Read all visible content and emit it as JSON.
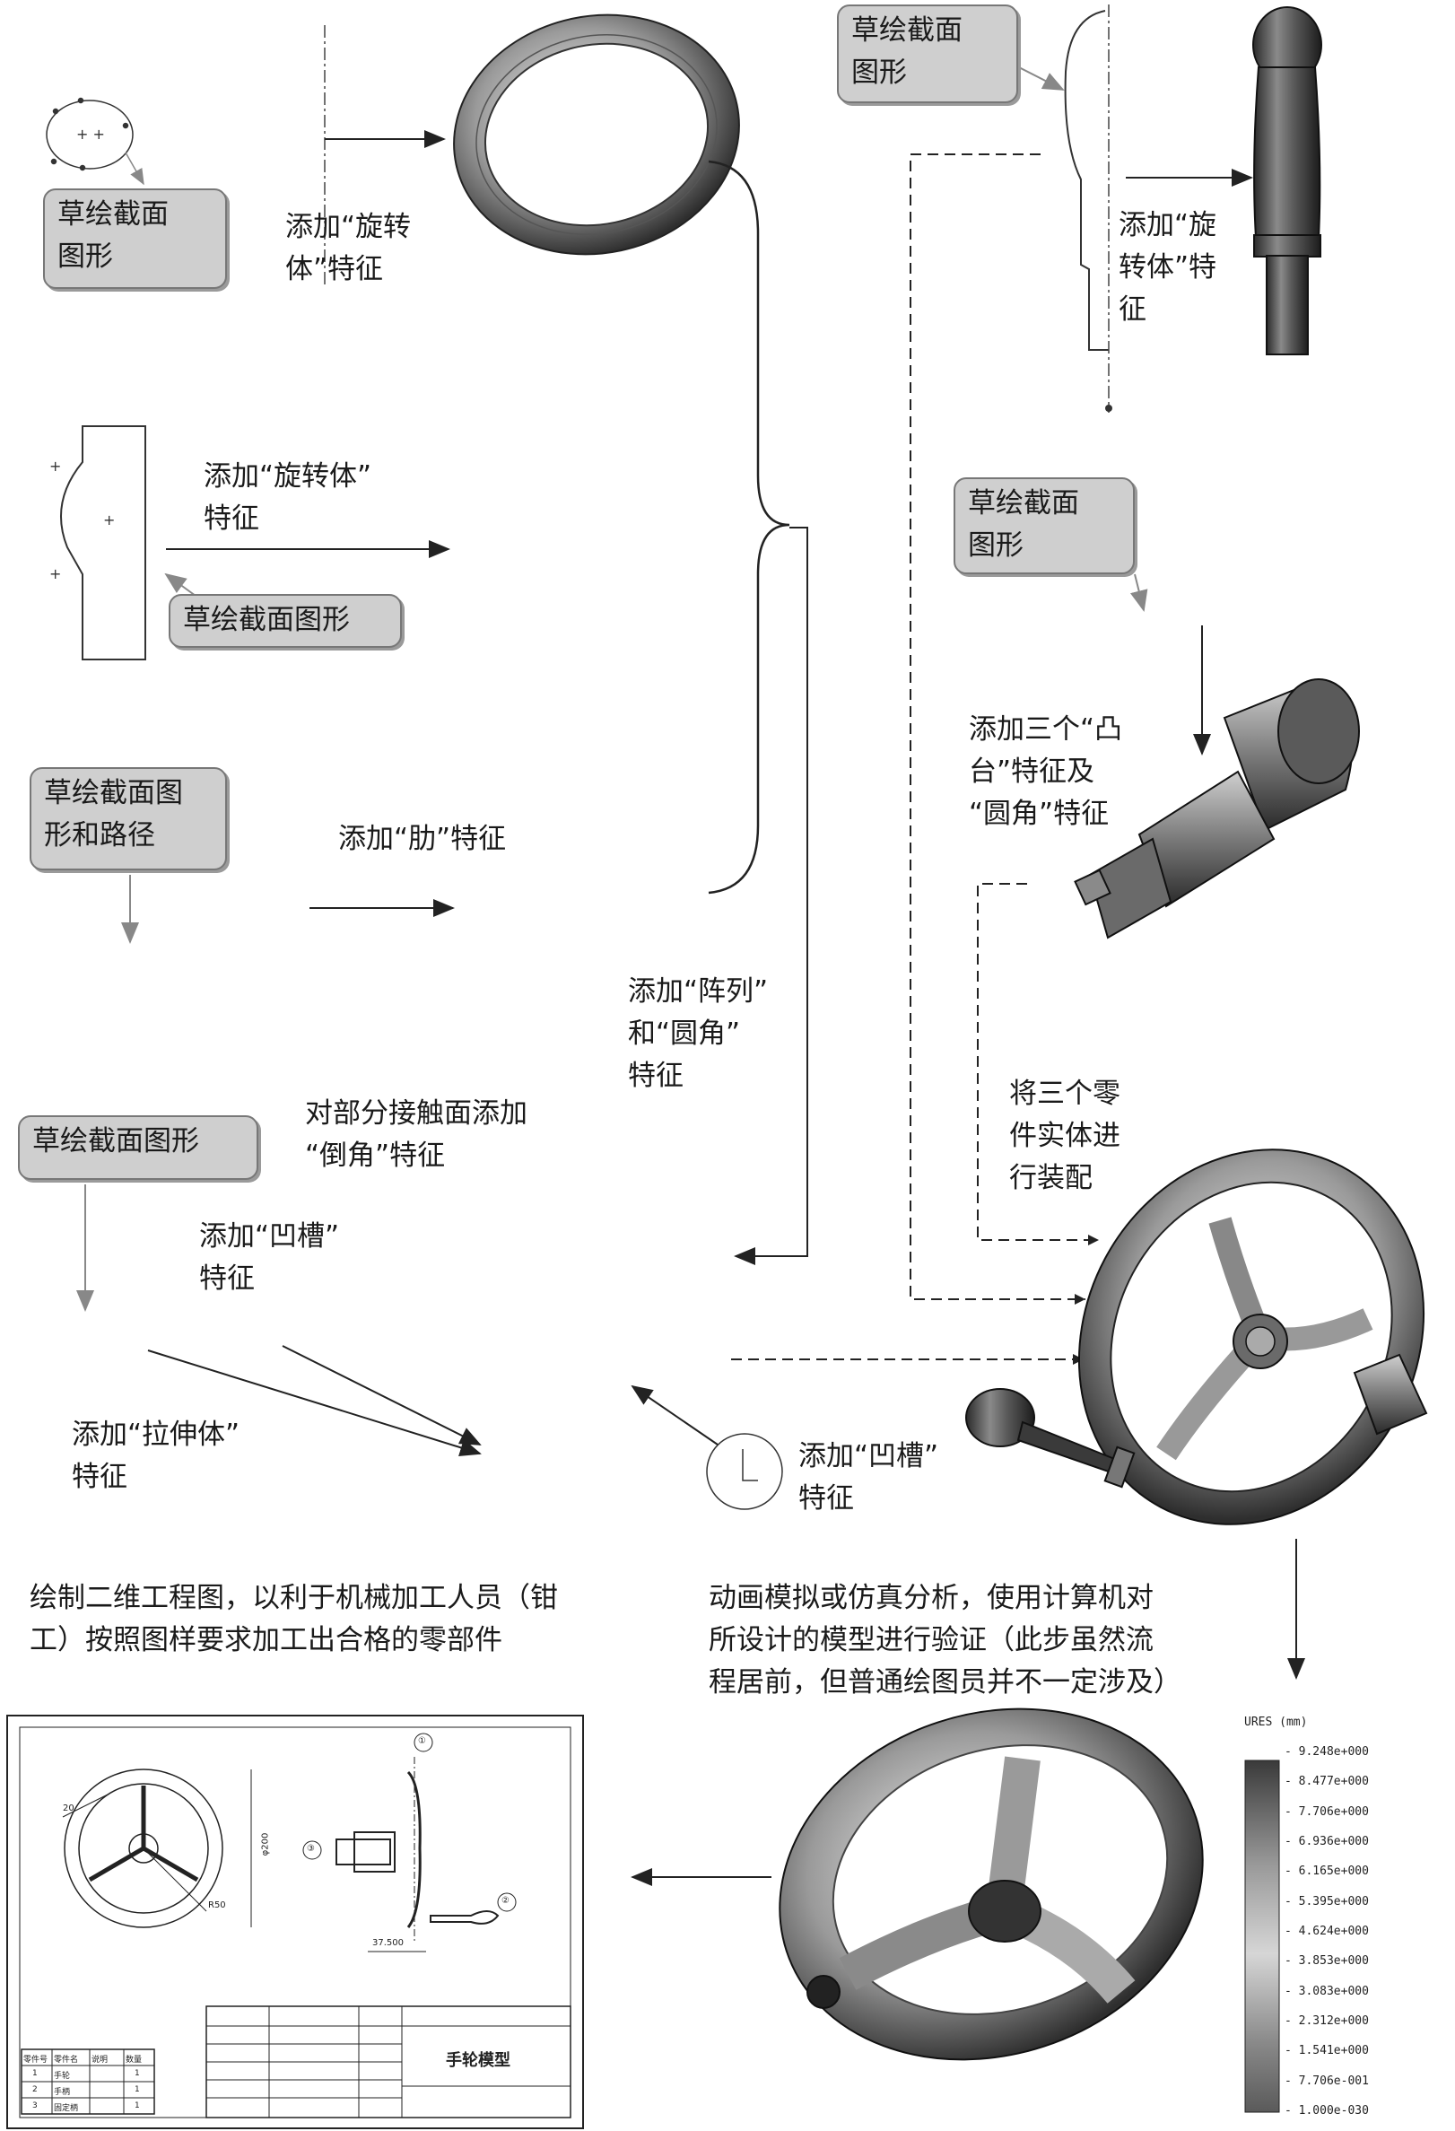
{
  "bubbles": {
    "sketch_ring": "草绘截面\n图形",
    "sketch_spoke": "草绘截面图形",
    "sketch_rib": "草绘截面图\n形和路径",
    "sketch_groove": "草绘截面图形",
    "sketch_handle": "草绘截面\n图形",
    "sketch_shaft": "草绘截面\n图形"
  },
  "labels": {
    "revolve_ring": "添加“旋转\n体”特征",
    "revolve_spoke": "添加“旋转体”\n特征",
    "rib": "添加“肋”特征",
    "pattern_fillet": "添加“阵列”\n和“圆角”\n特征",
    "chamfer": "对部分接触面添加\n“倒角”特征",
    "groove1": "添加“凹槽”\n特征",
    "extrude": "添加“拉伸体”\n特征",
    "groove2": "添加“凹槽”\n特征",
    "revolve_handle": "添加“旋\n转体”特\n征",
    "boss_fillet": "添加三个“凸\n台”特征及\n“圆角”特征",
    "assemble": "将三个零\n件实体进\n行装配",
    "drawing_note": "绘制二维工程图，以利于机械加工人员（钳\n工）按照图样要求加工出合格的零部件",
    "simulation_note": "动画模拟或仿真分析，使用计算机对\n所设计的模型进行验证（此步虽然流\n程居前，但普通绘图员并不一定涉及）"
  },
  "legend": {
    "title": "URES (mm)",
    "values": [
      "9.248e+000",
      "8.477e+000",
      "7.706e+000",
      "6.936e+000",
      "6.165e+000",
      "5.395e+000",
      "4.624e+000",
      "3.853e+000",
      "3.083e+000",
      "2.312e+000",
      "1.541e+000",
      "7.706e-001",
      "1.000e-030"
    ]
  },
  "drawing": {
    "title": "手轮模型",
    "dims": {
      "d1": "φ200",
      "d2": "37.500",
      "d3": "R50",
      "d4": "20"
    },
    "balloons": [
      "①",
      "②",
      "③"
    ],
    "bom_headers": [
      "零件号",
      "零件名",
      "说明",
      "数量"
    ],
    "bom_rows": [
      [
        "1",
        "手轮",
        "",
        "1"
      ],
      [
        "2",
        "手柄",
        "",
        "1"
      ],
      [
        "3",
        "固定柄",
        "",
        "1"
      ]
    ]
  },
  "colors": {
    "bubble": "#cfcfcf",
    "metal_dark": "#3a3a3a",
    "metal_light": "#d8d8d8"
  }
}
